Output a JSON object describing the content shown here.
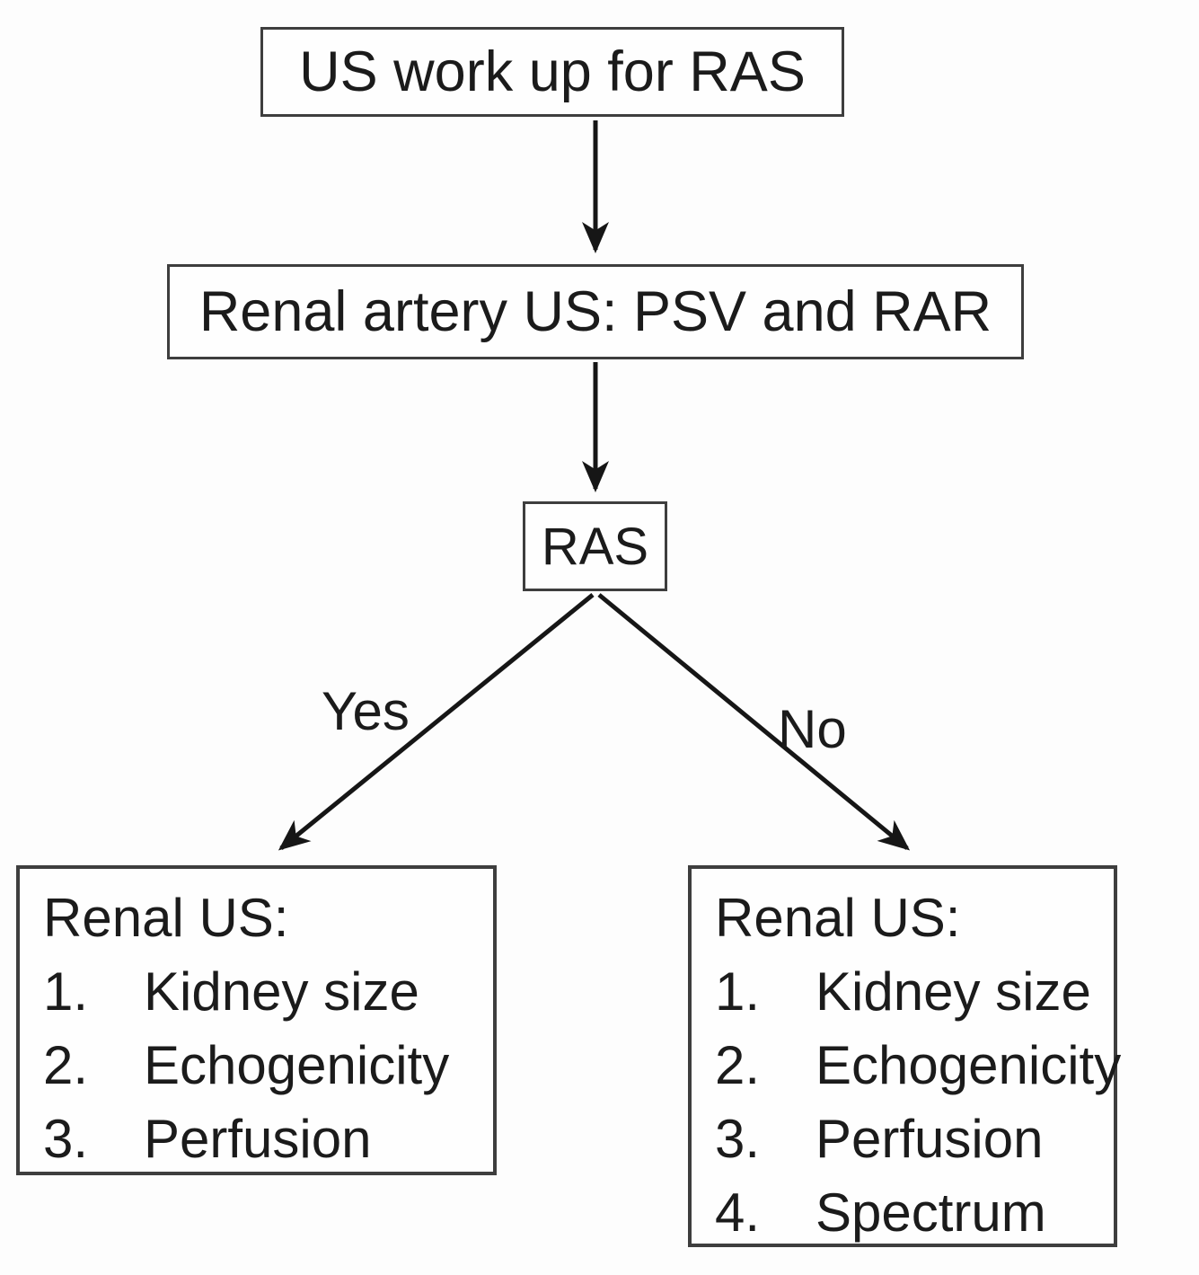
{
  "flowchart": {
    "title": "US work up for RAS flowchart",
    "top_box": {
      "label": "US work up for RAS"
    },
    "mid_box": {
      "label": "Renal artery US: PSV and RAR"
    },
    "decision_box": {
      "label": "RAS"
    },
    "branches": {
      "yes_label": "Yes",
      "no_label": "No"
    },
    "yes_box": {
      "title": "Renal US:",
      "items": [
        {
          "num": "1.",
          "label": "Kidney size"
        },
        {
          "num": "2.",
          "label": "Echogenicity"
        },
        {
          "num": "3.",
          "label": "Perfusion"
        }
      ]
    },
    "no_box": {
      "title": "Renal US:",
      "items": [
        {
          "num": "1.",
          "label": "Kidney size"
        },
        {
          "num": "2.",
          "label": "Echogenicity"
        },
        {
          "num": "3.",
          "label": "Perfusion"
        },
        {
          "num": "4.",
          "label": "Spectrum"
        }
      ]
    },
    "colors": {
      "border": "#3e3e3e",
      "arrow": "#161616",
      "text": "#1b1b1b",
      "background": "#fdfdfd"
    }
  }
}
